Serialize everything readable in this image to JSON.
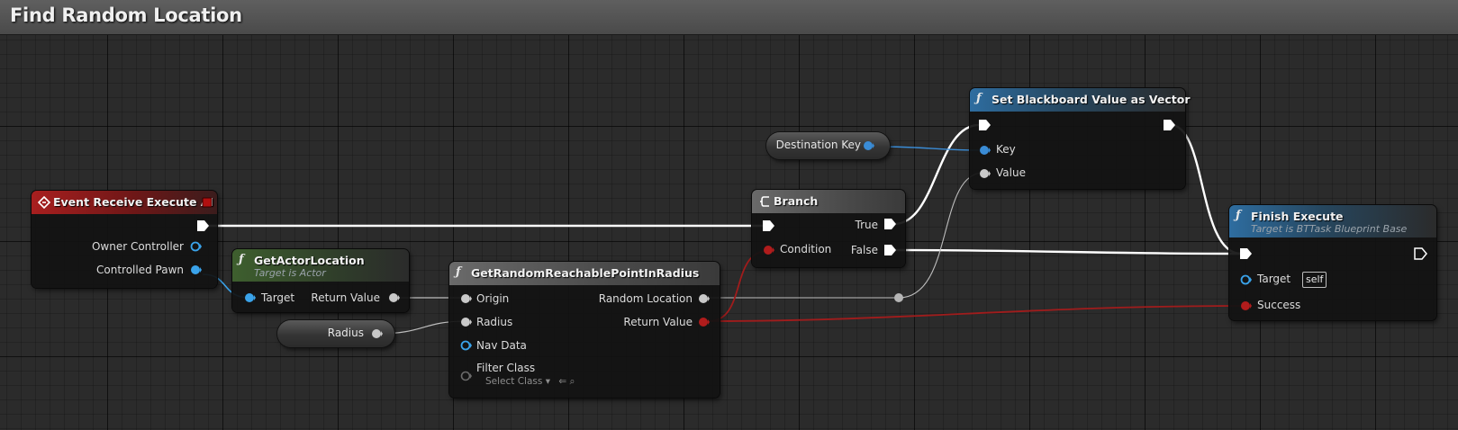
{
  "graph_title": "Find Random Location",
  "nodes": {
    "event": {
      "title": "Event Receive Execute AI",
      "pins": {
        "owner_controller": "Owner Controller",
        "controlled_pawn": "Controlled Pawn"
      }
    },
    "get_actor_location": {
      "title": "GetActorLocation",
      "subtitle": "Target is Actor",
      "pins": {
        "target": "Target",
        "return_value": "Return Value"
      }
    },
    "radius_var": {
      "label": "Radius"
    },
    "get_random": {
      "title": "GetRandomReachablePointInRadius",
      "pins": {
        "origin": "Origin",
        "radius": "Radius",
        "nav_data": "Nav Data",
        "filter_class": "Filter Class",
        "random_location": "Random Location",
        "return_value": "Return Value"
      },
      "filter_class_value": "Select Class"
    },
    "destination_key": {
      "label": "Destination Key"
    },
    "branch": {
      "title": "Branch",
      "pins": {
        "condition": "Condition",
        "true": "True",
        "false": "False"
      }
    },
    "set_bb": {
      "title": "Set Blackboard Value as Vector",
      "pins": {
        "key": "Key",
        "value": "Value"
      }
    },
    "finish": {
      "title": "Finish Execute",
      "subtitle": "Target is BTTask Blueprint Base",
      "pins": {
        "target": "Target",
        "success": "Success"
      },
      "target_value": "self"
    }
  },
  "colors": {
    "exec": "#ffffff",
    "object": "#3aa3ea",
    "vector": "#c9c9c9",
    "bool": "#aa1f1f",
    "struct": "#3a8cd6"
  },
  "icons": [
    "event-icon",
    "function-icon",
    "branch-icon"
  ]
}
